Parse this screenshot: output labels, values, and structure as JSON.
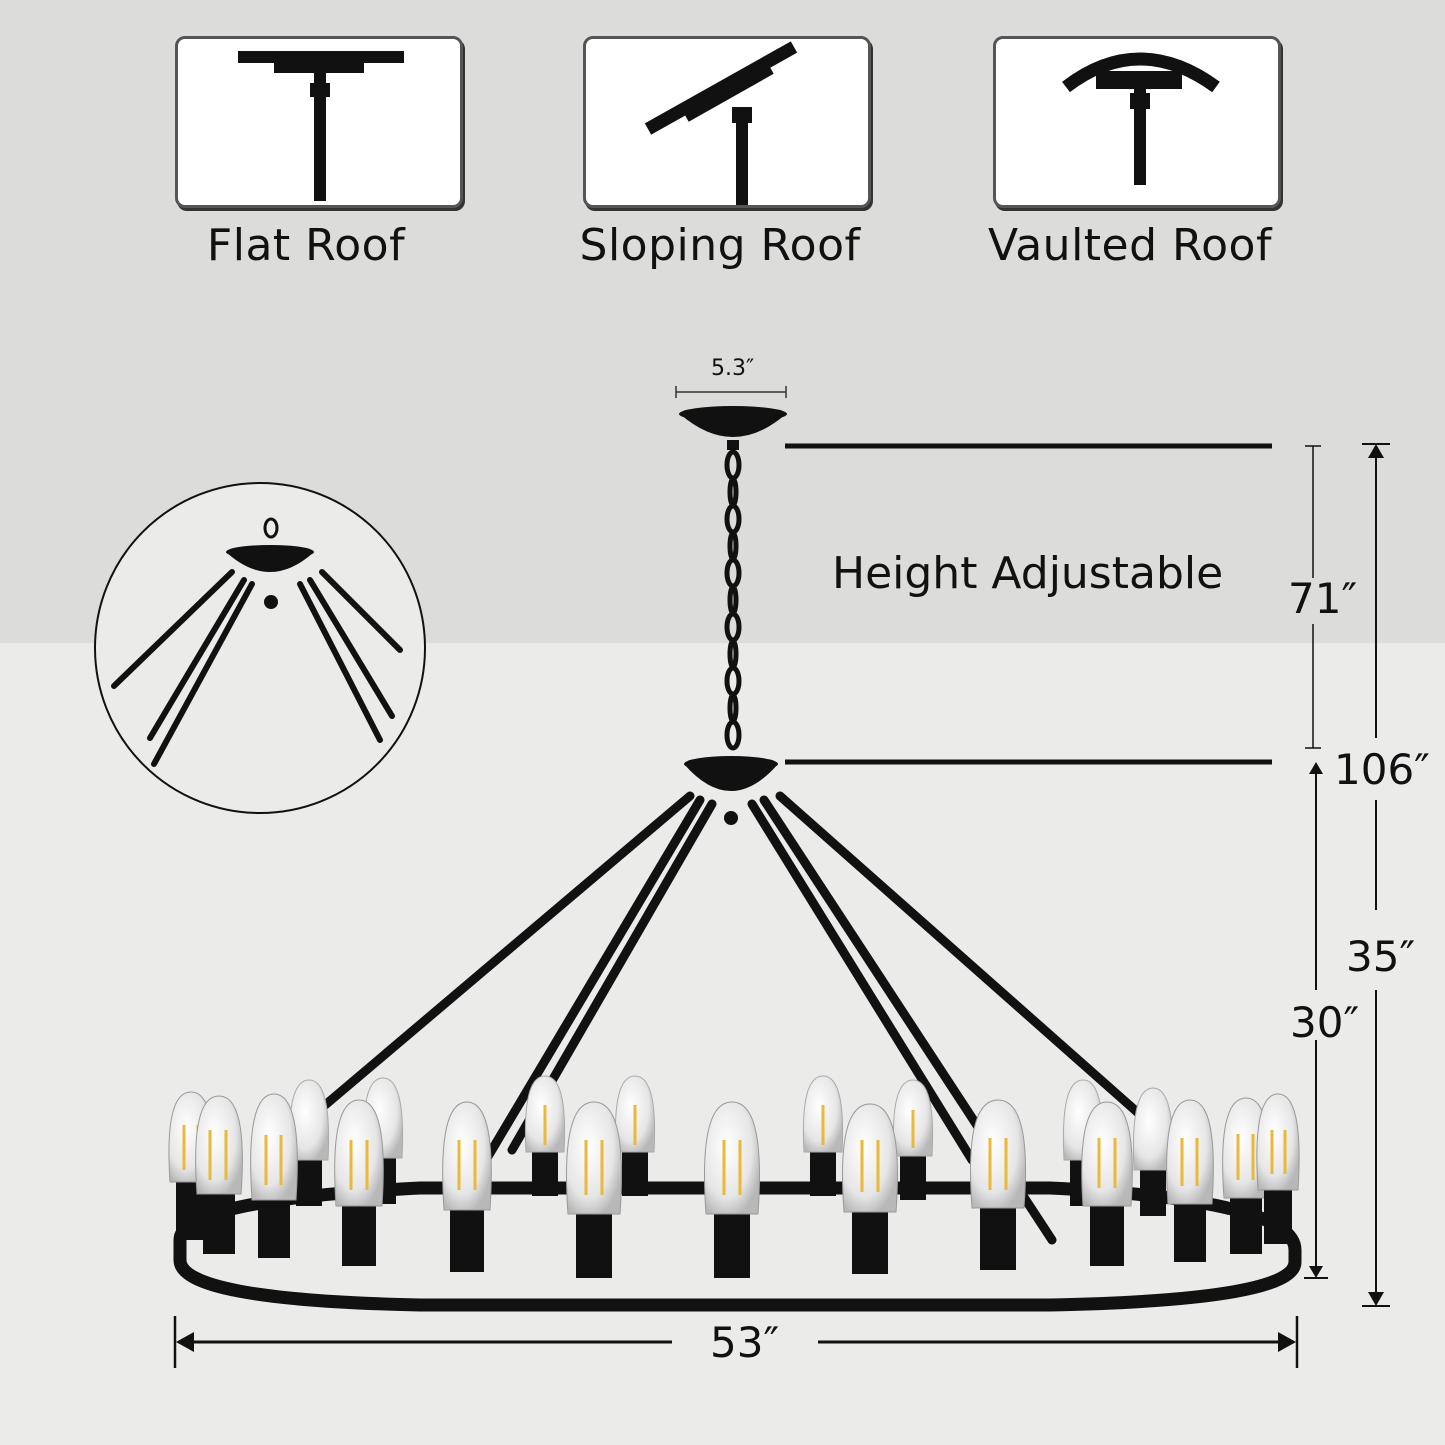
{
  "mount_options": [
    {
      "label": "Flat Roof",
      "icon": "flat-roof-icon"
    },
    {
      "label": "Sloping Roof",
      "icon": "sloping-roof-icon"
    },
    {
      "label": "Vaulted Roof",
      "icon": "vaulted-roof-icon"
    }
  ],
  "dimensions": {
    "canopy_width": "5.3″",
    "chain_length": "71″",
    "total_height": "106″",
    "body_height": "35″",
    "arm_height": "30″",
    "diameter": "53″"
  },
  "height_note": "Height Adjustable",
  "colors": {
    "background_top": "#dcdcda",
    "background_bottom": "#ebebe9",
    "fixture": "#111111",
    "bulb_filament": "#e8b93a"
  }
}
